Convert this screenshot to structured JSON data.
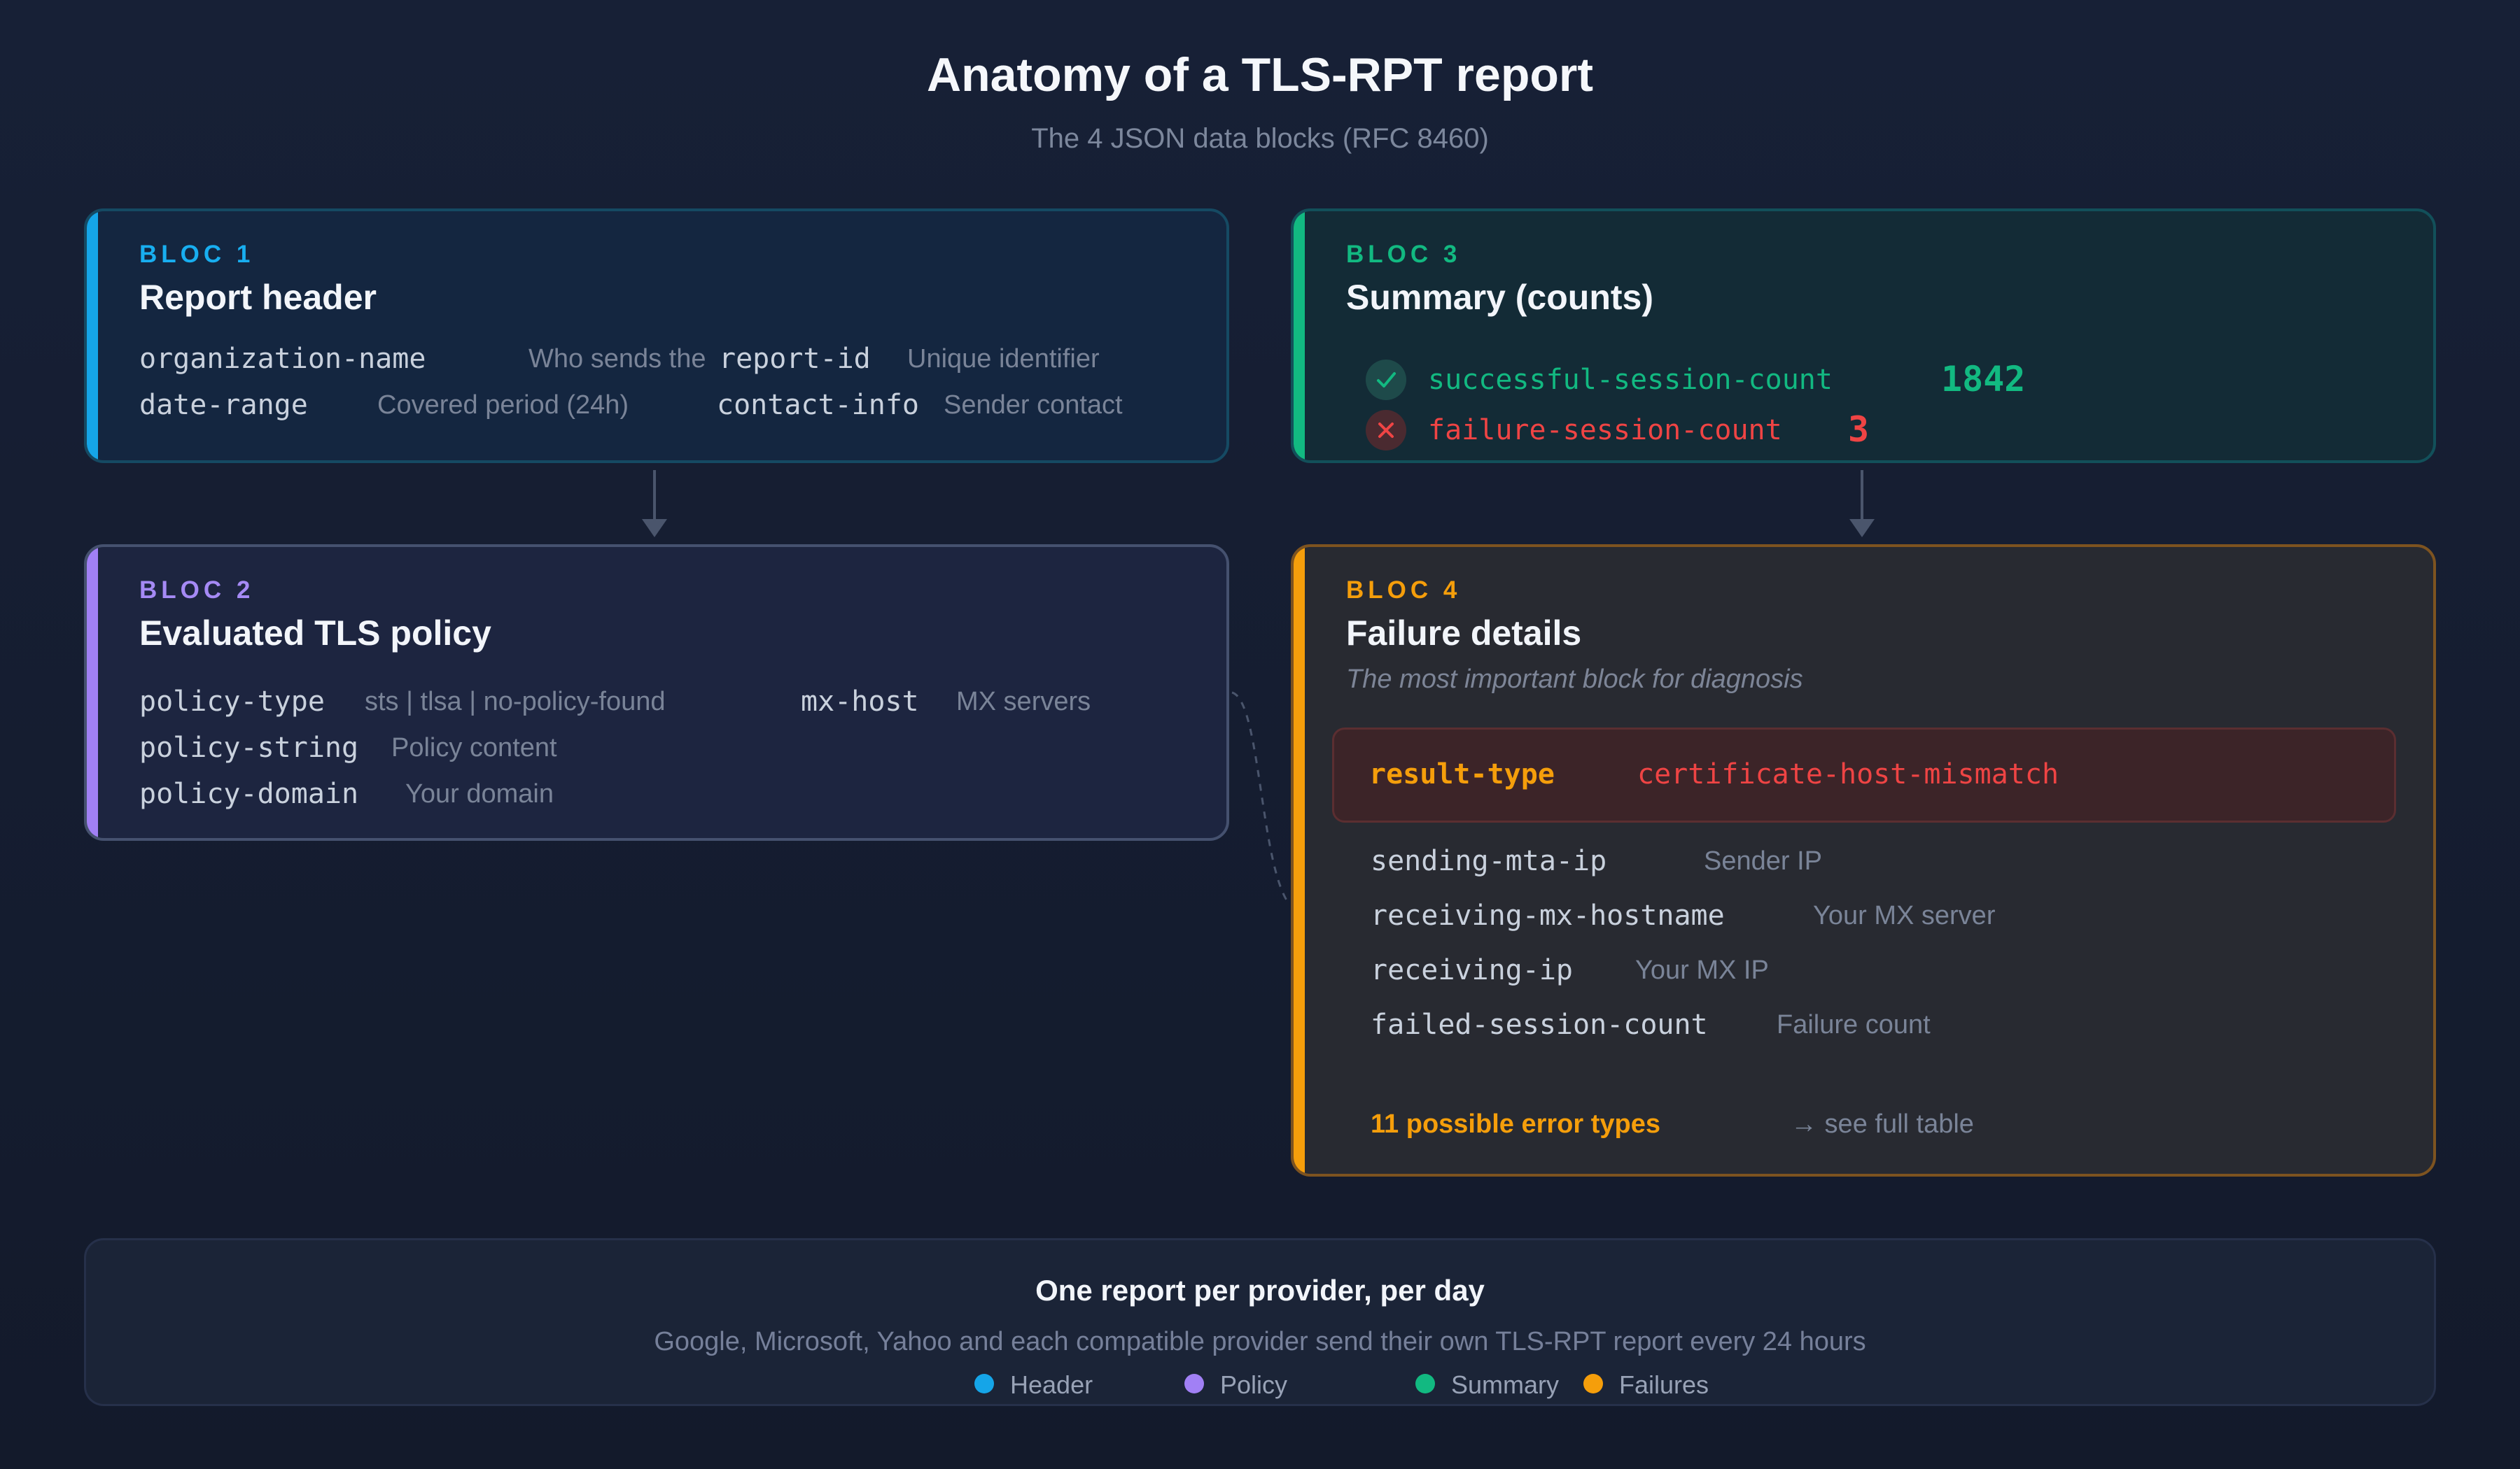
{
  "header": {
    "title": "Anatomy of a TLS-RPT report",
    "subtitle": "The 4 JSON data blocks (RFC 8460)"
  },
  "block1": {
    "label": "BLOC 1",
    "title": "Report header",
    "fields": [
      {
        "key": "organization-name",
        "desc": "Who sends the"
      },
      {
        "key": "report-id",
        "desc": "Unique identifier"
      },
      {
        "key": "date-range",
        "desc": "Covered period (24h)"
      },
      {
        "key": "contact-info",
        "desc": "Sender contact"
      }
    ]
  },
  "block2": {
    "label": "BLOC 2",
    "title": "Evaluated TLS policy",
    "fields": [
      {
        "key": "policy-type",
        "desc": "sts | tlsa | no-policy-found"
      },
      {
        "key": "mx-host",
        "desc": "MX servers"
      },
      {
        "key": "policy-string",
        "desc": "Policy content"
      },
      {
        "key": "policy-domain",
        "desc": "Your domain"
      }
    ]
  },
  "block3": {
    "label": "BLOC 3",
    "title": "Summary (counts)",
    "success": {
      "key": "successful-session-count",
      "value": "1842",
      "icon": "check-icon"
    },
    "failure": {
      "key": "failure-session-count",
      "value": "3",
      "icon": "close-icon"
    }
  },
  "block4": {
    "label": "BLOC 4",
    "title": "Failure details",
    "note": "The most important block for diagnosis",
    "result": {
      "key": "result-type",
      "value": "certificate-host-mismatch"
    },
    "fields": [
      {
        "key": "sending-mta-ip",
        "desc": "Sender IP"
      },
      {
        "key": "receiving-mx-hostname",
        "desc": "Your MX server"
      },
      {
        "key": "receiving-ip",
        "desc": "Your MX IP"
      },
      {
        "key": "failed-session-count",
        "desc": "Failure count"
      }
    ],
    "errors_label": "11 possible error types",
    "errors_link": "→ see full table"
  },
  "footer": {
    "title": "One report per provider, per day",
    "subtitle": "Google, Microsoft, Yahoo and each compatible provider send their own TLS-RPT report every 24 hours",
    "legend": [
      {
        "label": "Header",
        "color": "#15a5e8"
      },
      {
        "label": "Policy",
        "color": "#a180f5"
      },
      {
        "label": "Summary",
        "color": "#12b981"
      },
      {
        "label": "Failures",
        "color": "#f59e0b"
      }
    ]
  },
  "colors": {
    "header": "#15a5e8",
    "policy": "#a180f5",
    "summary": "#12b981",
    "failures": "#f59e0b",
    "error": "#ef4444"
  }
}
